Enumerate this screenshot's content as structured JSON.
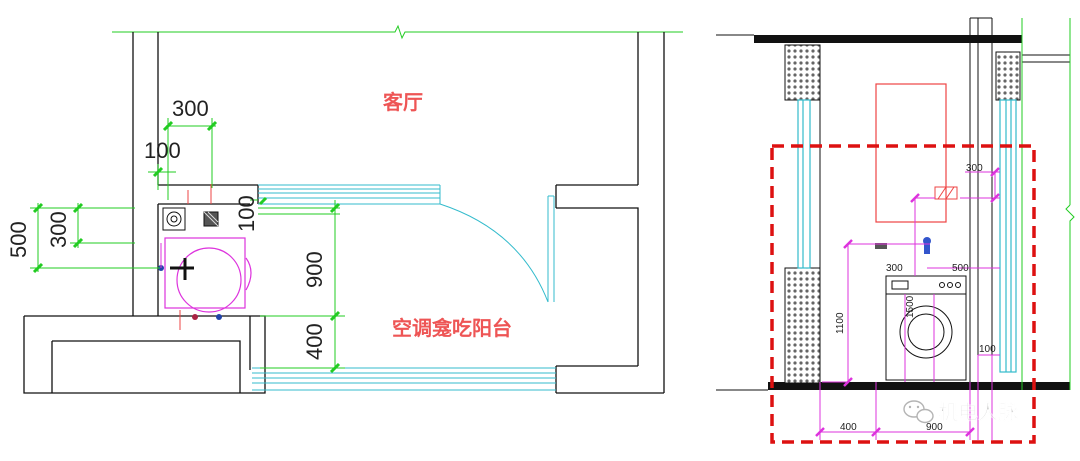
{
  "colors": {
    "wall": "#111111",
    "dimension": "#22cc22",
    "glass": "#33bbcc",
    "magenta": "#dd33dd",
    "red_label": "#ee4444",
    "highlight": "#dd1111"
  },
  "plan": {
    "room_living": "客厅",
    "room_balcony": "空调龛吃阳台",
    "dims": {
      "d300_top": "300",
      "d100_top": "100",
      "d500_left": "500",
      "d300_left": "300",
      "d100_right": "100",
      "d900": "900",
      "d400": "400"
    }
  },
  "elevation": {
    "dims": {
      "d300_upper": "300",
      "d300_lower": "300",
      "d500": "500",
      "d1100": "1100",
      "d1500": "1500",
      "d100": "100",
      "d400": "400",
      "d900": "900"
    }
  },
  "watermark": {
    "text": "机电人脉"
  }
}
